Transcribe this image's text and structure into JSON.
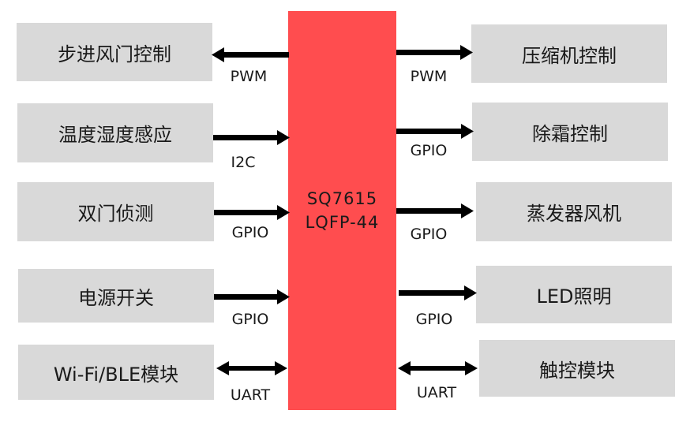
{
  "chip": {
    "line1": "SQ7615",
    "line2": "LQFP-44"
  },
  "left": [
    {
      "label": "步进风门控制",
      "bus": "PWM"
    },
    {
      "label": "温度湿度感应",
      "bus": "I2C"
    },
    {
      "label": "双门侦测",
      "bus": "GPIO"
    },
    {
      "label": "电源开关",
      "bus": "GPIO"
    },
    {
      "label": "Wi-Fi/BLE模块",
      "bus": "UART"
    }
  ],
  "right": [
    {
      "label": "压缩机控制",
      "bus": "PWM"
    },
    {
      "label": "除霜控制",
      "bus": "GPIO"
    },
    {
      "label": "蒸发器风机",
      "bus": "GPIO"
    },
    {
      "label": "LED照明",
      "bus": "GPIO"
    },
    {
      "label": "触控模块",
      "bus": "UART"
    }
  ],
  "colors": {
    "chip": "#ff4d4f",
    "box": "#d9d9d9",
    "arrow": "#000000"
  }
}
